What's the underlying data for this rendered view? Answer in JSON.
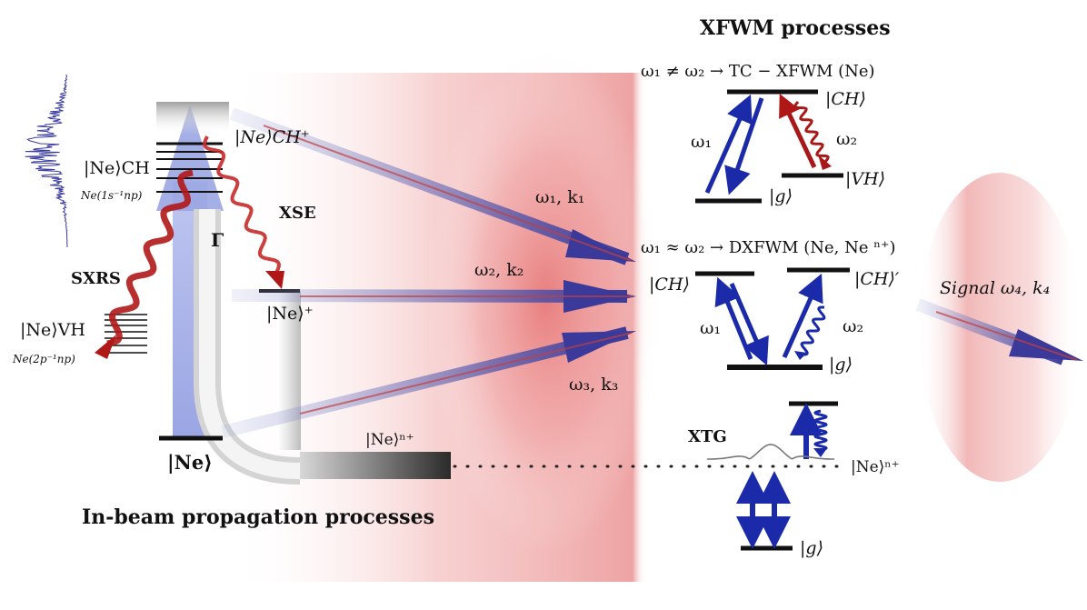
{
  "titles": {
    "xfwm": "XFWM processes",
    "inbeam": "In-beam propagation processes"
  },
  "left": {
    "ne_ch": "|Ne⟩CH",
    "ne_ch_config": "Ne(1s⁻¹np)",
    "ne_ch_plus": "|Ne⟩CH⁺",
    "xse": "XSE",
    "gamma": "Γ",
    "sxrs": "SXRS",
    "ne_vh": "|Ne⟩VH",
    "ne_vh_config": "Ne(2p⁻¹np)",
    "ne_plus": "|Ne⟩⁺",
    "ne_ground": "|Ne⟩",
    "ne_nplus": "|Ne⟩ⁿ⁺"
  },
  "beams": {
    "b1": "ω₁, k₁",
    "b2": "ω₂, k₂",
    "b3": "ω₃, k₃",
    "signal": "Signal ω₄, k₄"
  },
  "tc": {
    "title": "ω₁ ≠ ω₂ → TC − XFWM (Ne)",
    "ch": "|CH⟩",
    "vh": "|VH⟩",
    "g": "|g⟩",
    "w1": "ω₁",
    "w2": "ω₂"
  },
  "dx": {
    "title": "ω₁ ≈ ω₂ → DXFWM (Ne, Ne ⁿ⁺)",
    "ch": "|CH⟩",
    "chp": "|CH⟩′",
    "g": "|g⟩",
    "w1": "ω₁",
    "w2": "ω₂"
  },
  "xtg": {
    "label": "XTG",
    "nplus": "|Ne⟩ⁿ⁺",
    "g": "|g⟩"
  }
}
